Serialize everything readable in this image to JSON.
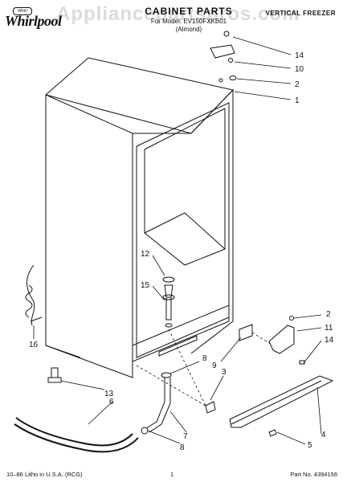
{
  "header": {
    "brand": "Whirlpool",
    "brand_badge": "Whirl",
    "title": "CABINET PARTS",
    "model": "For Model: EV150FXKB01",
    "color": "(Almond)",
    "category": "VERTICAL FREEZER",
    "watermark": "Appliancepartspros.com"
  },
  "callouts": [
    "14",
    "10",
    "2",
    "1",
    "12",
    "15",
    "16",
    "2",
    "11",
    "14",
    "9",
    "8",
    "3",
    "13",
    "6",
    "7",
    "8",
    "4",
    "5"
  ],
  "footer": {
    "left": "10–86 Litho in U.S.A. (RCG)",
    "page": "1",
    "part": "Part No. 4394156"
  }
}
